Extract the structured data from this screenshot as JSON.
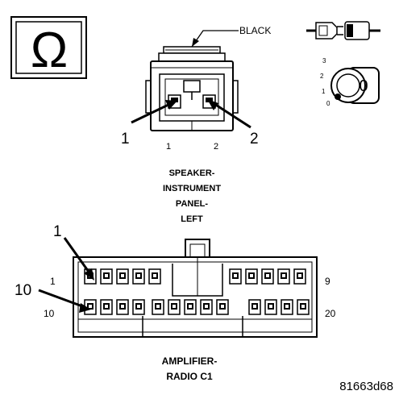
{
  "ohm_symbol": "Ω",
  "speaker_connector": {
    "wire_color_label": "BLACK",
    "callouts": [
      "1",
      "2"
    ],
    "pin_labels": [
      "1",
      "2"
    ],
    "title_lines": [
      "SPEAKER-",
      "INSTRUMENT",
      "PANEL-",
      "LEFT"
    ]
  },
  "amplifier_connector": {
    "callouts": [
      "1",
      "10"
    ],
    "row1_labels": [
      "1",
      "9"
    ],
    "row2_labels": [
      "10",
      "20"
    ],
    "title_lines": [
      "AMPLIFIER-",
      "RADIO C1"
    ]
  },
  "switch_icon": {
    "positions": [
      "3",
      "2",
      "1",
      "0"
    ],
    "knob_label": "0"
  },
  "figure_id": "81663d68"
}
